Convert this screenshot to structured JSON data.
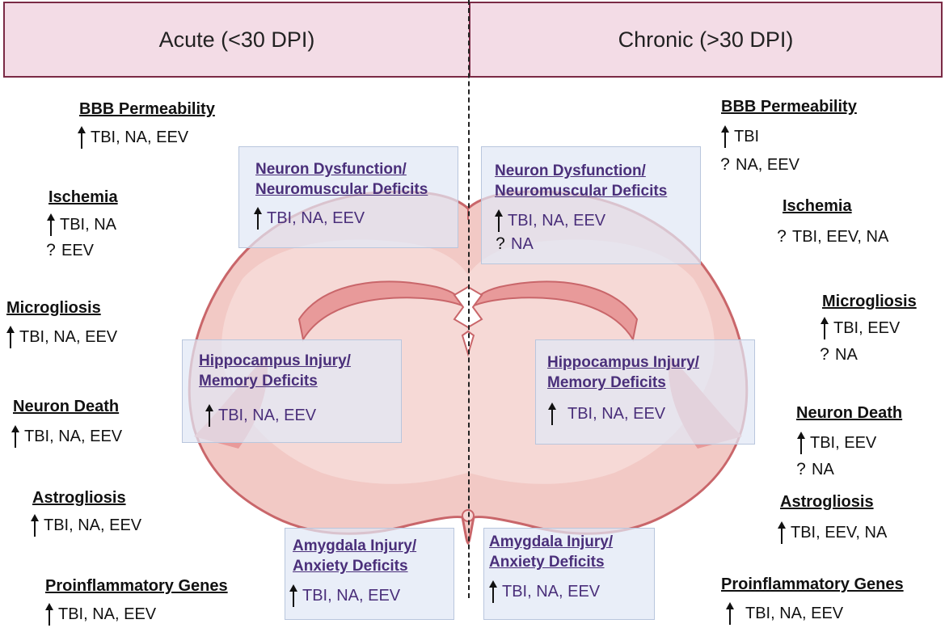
{
  "headers": {
    "acute": "Acute (<30 DPI)",
    "chronic": "Chronic (>30 DPI)"
  },
  "acute": {
    "bbb": {
      "title": "BBB Permeability",
      "lines": [
        {
          "mark": "up",
          "text": "TBI, NA, EEV"
        }
      ]
    },
    "ischemia": {
      "title": "Ischemia",
      "lines": [
        {
          "mark": "up",
          "text": "TBI, NA"
        },
        {
          "mark": "question",
          "text": "EEV"
        }
      ]
    },
    "microgliosis": {
      "title": "Microgliosis",
      "lines": [
        {
          "mark": "up",
          "text": "TBI, NA, EEV"
        }
      ]
    },
    "neuron_death": {
      "title": "Neuron Death",
      "lines": [
        {
          "mark": "up",
          "text": "TBI, NA, EEV"
        }
      ]
    },
    "astrogliosis": {
      "title": "Astrogliosis",
      "lines": [
        {
          "mark": "up",
          "text": "TBI, NA, EEV"
        }
      ]
    },
    "proinflammatory": {
      "title": "Proinflammatory Genes",
      "lines": [
        {
          "mark": "up",
          "text": "TBI, NA, EEV"
        }
      ]
    }
  },
  "chronic": {
    "bbb": {
      "title": "BBB Permeability",
      "lines": [
        {
          "mark": "up",
          "text": "TBI"
        },
        {
          "mark": "question",
          "text": "NA, EEV"
        }
      ]
    },
    "ischemia": {
      "title": "Ischemia",
      "lines": [
        {
          "mark": "question",
          "text": "TBI, EEV, NA"
        }
      ]
    },
    "microgliosis": {
      "title": "Microgliosis",
      "lines": [
        {
          "mark": "up",
          "text": "TBI, EEV"
        },
        {
          "mark": "question",
          "text": "NA"
        }
      ]
    },
    "neuron_death": {
      "title": "Neuron Death",
      "lines": [
        {
          "mark": "up",
          "text": "TBI, EEV"
        },
        {
          "mark": "question",
          "text": "NA"
        }
      ]
    },
    "astrogliosis": {
      "title": "Astrogliosis",
      "lines": [
        {
          "mark": "up",
          "text": "TBI, EEV, NA"
        }
      ]
    },
    "proinflammatory": {
      "title": "Proinflammatory Genes",
      "lines": [
        {
          "mark": "up",
          "text": "TBI, NA, EEV"
        }
      ]
    }
  },
  "regions": {
    "acute_neuron": {
      "title1": "Neuron Dysfunction/",
      "title2": "Neuromuscular Deficits",
      "lines": [
        {
          "mark": "up",
          "text": "TBI, NA, EEV"
        }
      ]
    },
    "chronic_neuron": {
      "title1": "Neuron Dysfunction/",
      "title2": "Neuromuscular Deficits",
      "lines": [
        {
          "mark": "up",
          "text": "TBI, NA, EEV"
        },
        {
          "mark": "question",
          "text": "NA"
        }
      ]
    },
    "acute_hippo": {
      "title1": "Hippocampus Injury/",
      "title2": "Memory Deficits",
      "lines": [
        {
          "mark": "up",
          "text": "TBI, NA, EEV"
        }
      ]
    },
    "chronic_hippo": {
      "title1": "Hippocampus Injury/",
      "title2": "Memory Deficits",
      "lines": [
        {
          "mark": "up",
          "text": "TBI, NA, EEV"
        }
      ]
    },
    "acute_amyg": {
      "title1": "Amygdala Injury/",
      "title2": "Anxiety Deficits",
      "lines": [
        {
          "mark": "up",
          "text": "TBI, NA, EEV"
        }
      ]
    },
    "chronic_amyg": {
      "title1": "Amygdala Injury/",
      "title2": "Anxiety Deficits",
      "lines": [
        {
          "mark": "up",
          "text": "TBI, NA, EEV"
        }
      ]
    }
  },
  "colors": {
    "header_fill": "#f3dce6",
    "header_border": "#7a2a45",
    "brain_fill": "#f2c9c5",
    "brain_stroke": "#c9666a",
    "region_text": "#4a2f7a",
    "region_box": "#e1e8f5"
  }
}
